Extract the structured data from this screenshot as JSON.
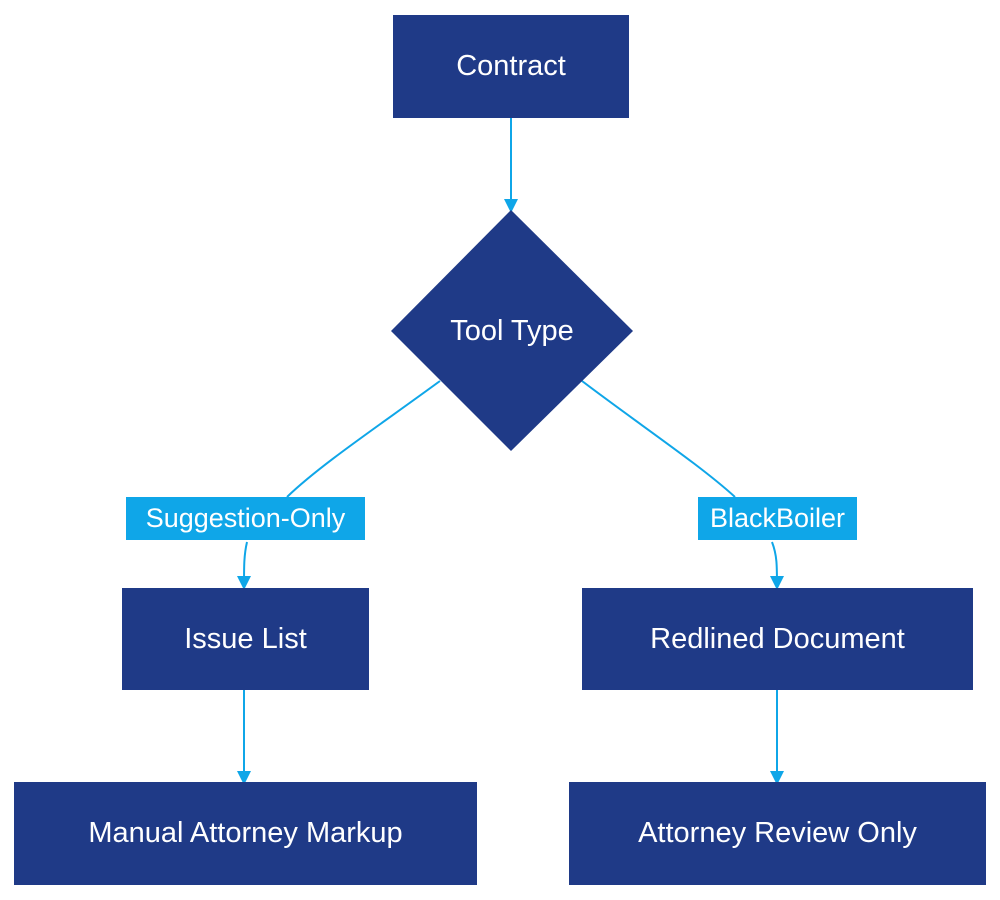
{
  "colors": {
    "node_fill": "#1f3a87",
    "node_text": "#ffffff",
    "edge": "#0fa6e8",
    "edge_label_bg": "#0fa6e8",
    "edge_label_text": "#ffffff",
    "background": "#ffffff"
  },
  "nodes": {
    "contract": "Contract",
    "tool_type": "Tool Type",
    "issue_list": "Issue List",
    "redlined_document": "Redlined Document",
    "manual_markup": "Manual Attorney Markup",
    "attorney_review": "Attorney Review Only"
  },
  "edge_labels": {
    "suggestion_only": "Suggestion-Only",
    "blackboiler": "BlackBoiler"
  },
  "edges": [
    {
      "from": "contract",
      "to": "tool_type",
      "label": ""
    },
    {
      "from": "tool_type",
      "to": "issue_list",
      "label": "suggestion_only"
    },
    {
      "from": "tool_type",
      "to": "redlined_document",
      "label": "blackboiler"
    },
    {
      "from": "issue_list",
      "to": "manual_markup",
      "label": ""
    },
    {
      "from": "redlined_document",
      "to": "attorney_review",
      "label": ""
    }
  ]
}
